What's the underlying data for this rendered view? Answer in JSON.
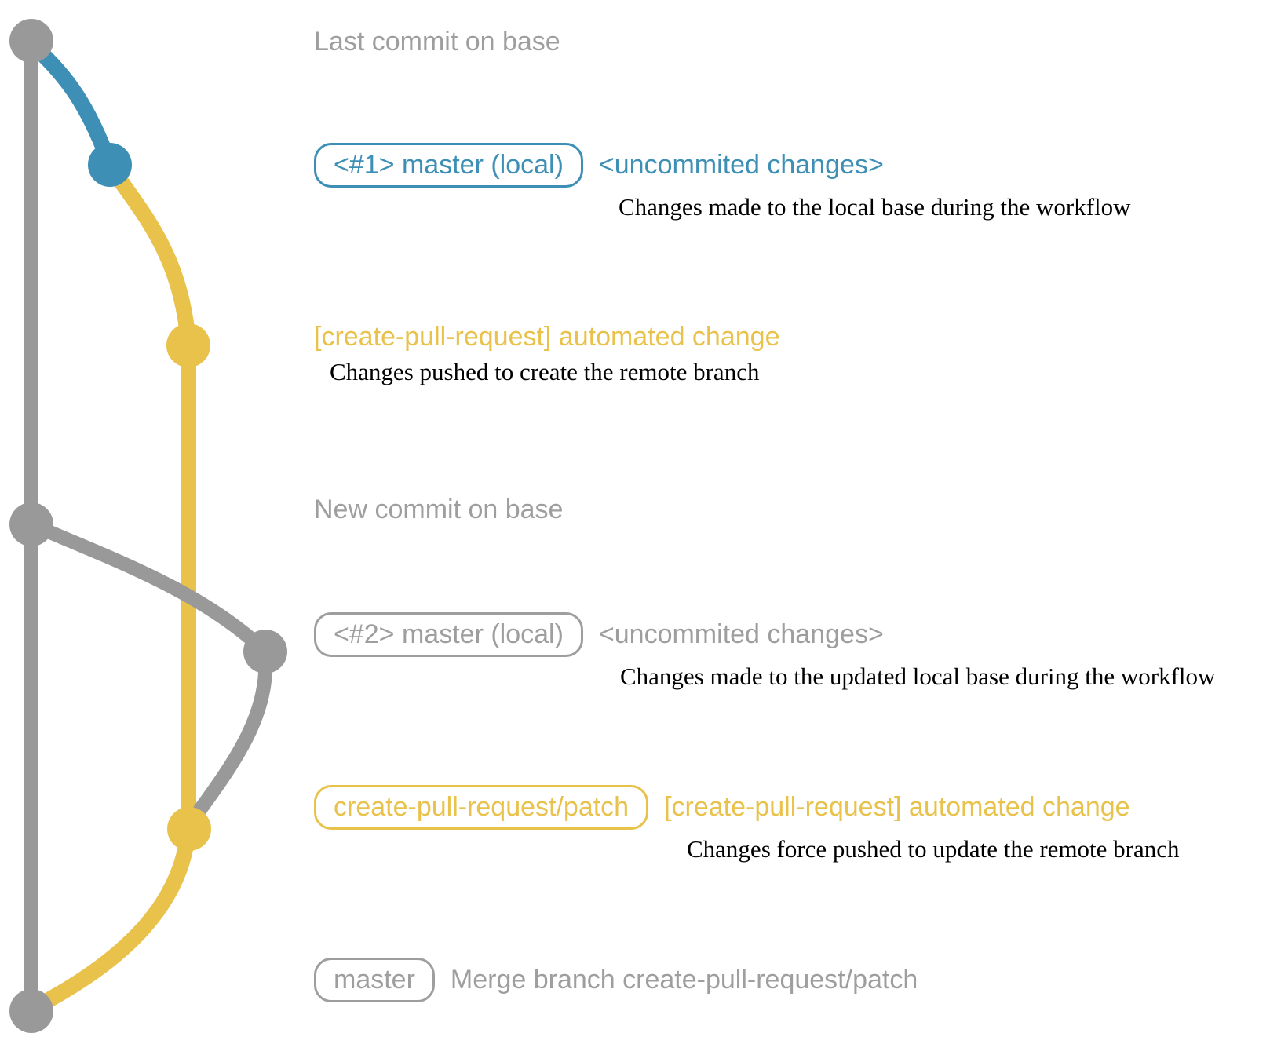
{
  "colors": {
    "grayline": "#999999",
    "graytext": "#9e9e9e",
    "blue": "#3e8fb5",
    "yellow": "#e9c24b",
    "desc_text": "#000000"
  },
  "notes": {
    "top": "Last commit on base",
    "middle": "New commit on base"
  },
  "rows": {
    "r1": {
      "badge": "<#1> master (local)",
      "title": "<uncommited changes>",
      "desc": "Changes made to the local base during the workflow"
    },
    "r2": {
      "title": "[create-pull-request] automated change",
      "desc": "Changes pushed to create the remote branch"
    },
    "r3": {
      "badge": "<#2> master (local)",
      "title": "<uncommited changes>",
      "desc": "Changes made to the updated local base during the workflow"
    },
    "r4": {
      "badge": "create-pull-request/patch",
      "title": "[create-pull-request] automated change",
      "desc": "Changes force pushed to update the remote branch"
    },
    "r5": {
      "badge": "master",
      "title": "Merge branch create-pull-request/patch"
    }
  },
  "graph": {
    "nodes": [
      {
        "id": "last-commit-on-base",
        "color": "gray"
      },
      {
        "id": "local-commit-1",
        "color": "blue"
      },
      {
        "id": "patch-commit-1",
        "color": "yellow"
      },
      {
        "id": "new-commit-on-base",
        "color": "gray"
      },
      {
        "id": "local-commit-2",
        "color": "gray"
      },
      {
        "id": "patch-commit-2",
        "color": "yellow"
      },
      {
        "id": "merge-commit",
        "color": "gray"
      }
    ]
  }
}
